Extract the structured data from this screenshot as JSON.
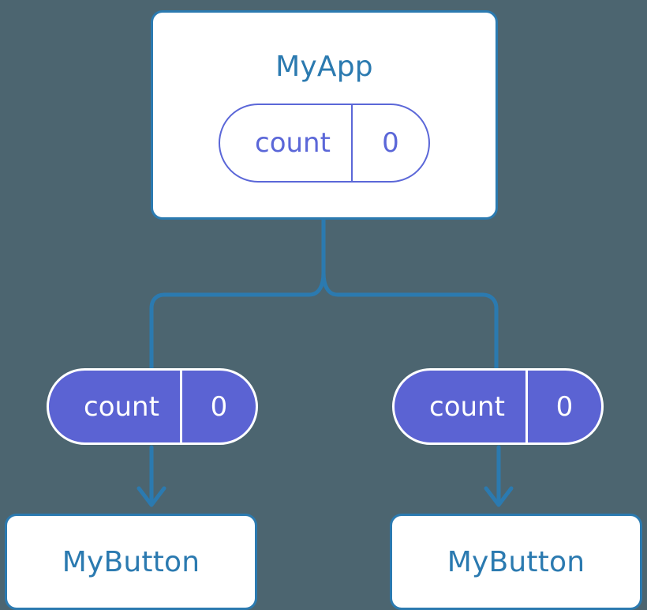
{
  "diagram": {
    "type": "component-tree",
    "background_color": "#4c6570",
    "accent_line_color": "#2b7ab0",
    "state_outline_color": "#5b67d8",
    "state_fill_color": "#5b63d3",
    "root": {
      "title": "MyApp",
      "state": {
        "key": "count",
        "value": "0"
      }
    },
    "children": [
      {
        "title": "MyButton",
        "state": {
          "key": "count",
          "value": "0"
        }
      },
      {
        "title": "MyButton",
        "state": {
          "key": "count",
          "value": "0"
        }
      }
    ]
  }
}
